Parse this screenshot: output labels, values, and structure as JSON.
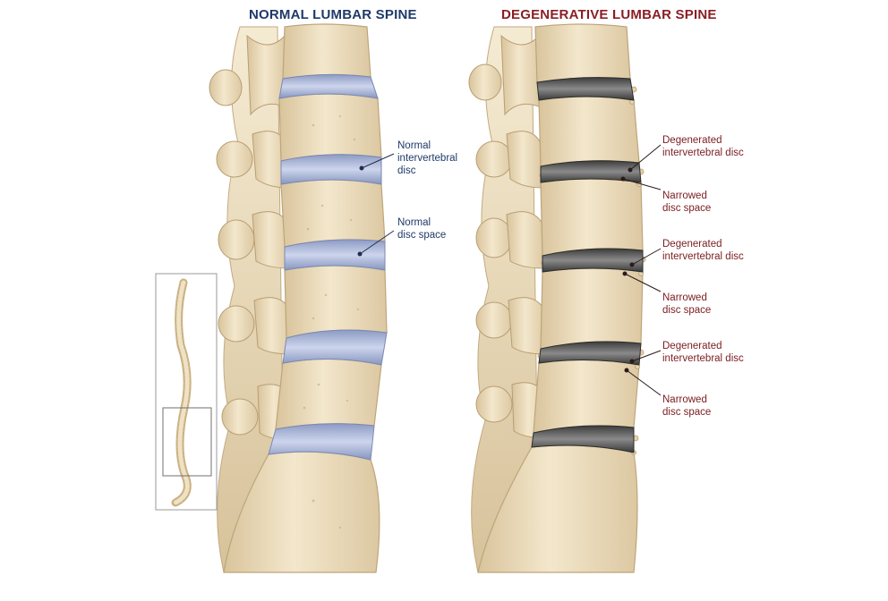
{
  "titles": {
    "normal": "NORMAL LUMBAR SPINE",
    "degenerative": "DEGENERATIVE LUMBAR SPINE"
  },
  "colors": {
    "normal_title": "#1f3a68",
    "degenerative_title": "#8a1f24",
    "normal_label": "#1f3a68",
    "degenerative_label": "#7a1c20",
    "bone": "#ecdcbc",
    "healthy_disc": "#aeb9d8",
    "degenerated_disc": "#555555",
    "inflammation": "#e7a39a"
  },
  "labels": {
    "normal": [
      "Normal\nintervertebral\ndisc",
      "Normal\ndisc space"
    ],
    "degenerative": [
      "Degenerated\nintervertebral disc",
      "Narrowed\ndisc space",
      "Degenerated\nintervertebral disc",
      "Narrowed\ndisc space",
      "Degenerated\nintervertebral disc",
      "Narrowed\ndisc space"
    ]
  },
  "icons": {
    "inset": "full-spine-icon"
  }
}
